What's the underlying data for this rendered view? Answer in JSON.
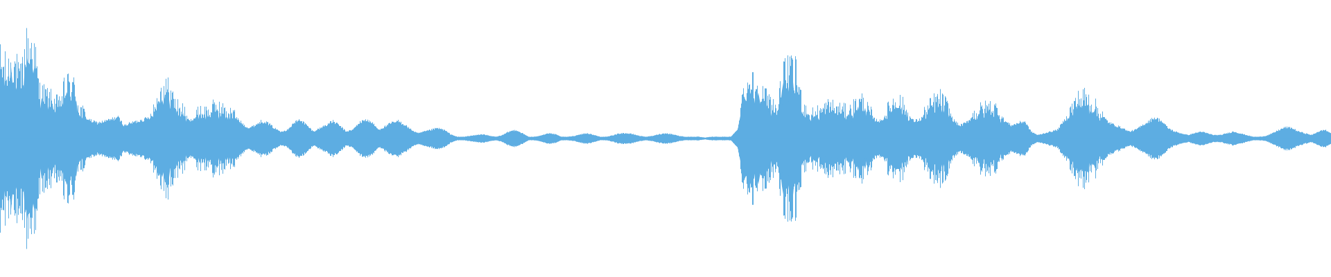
{
  "waveform": {
    "color": "#5DADE2",
    "background": "#ffffff",
    "amplitude_envelope": [
      0.8,
      0.7,
      0.85,
      0.6,
      0.95,
      1.0,
      0.5,
      0.45,
      0.4,
      0.35,
      0.55,
      0.6,
      0.35,
      0.25,
      0.2,
      0.18,
      0.2,
      0.22,
      0.25,
      0.15,
      0.18,
      0.2,
      0.22,
      0.25,
      0.4,
      0.55,
      0.5,
      0.35,
      0.3,
      0.2,
      0.25,
      0.3,
      0.28,
      0.35,
      0.3,
      0.28,
      0.25,
      0.18,
      0.12,
      0.15,
      0.2,
      0.18,
      0.12,
      0.08,
      0.1,
      0.18,
      0.22,
      0.15,
      0.08,
      0.12,
      0.16,
      0.2,
      0.15,
      0.08,
      0.1,
      0.18,
      0.22,
      0.18,
      0.1,
      0.14,
      0.18,
      0.2,
      0.16,
      0.1,
      0.06,
      0.08,
      0.1,
      0.12,
      0.1,
      0.05,
      0.02,
      0.02,
      0.03,
      0.04,
      0.05,
      0.03,
      0.02,
      0.04,
      0.08,
      0.1,
      0.06,
      0.02,
      0.02,
      0.04,
      0.06,
      0.05,
      0.02,
      0.02,
      0.03,
      0.05,
      0.06,
      0.04,
      0.02,
      0.02,
      0.04,
      0.06,
      0.06,
      0.05,
      0.03,
      0.02,
      0.03,
      0.05,
      0.06,
      0.05,
      0.03,
      0.02,
      0.02,
      0.02,
      0.01,
      0.02,
      0.02,
      0.02,
      0.02,
      0.1,
      0.55,
      0.6,
      0.55,
      0.45,
      0.4,
      0.3,
      0.65,
      0.7,
      0.68,
      0.35,
      0.25,
      0.28,
      0.3,
      0.35,
      0.32,
      0.3,
      0.28,
      0.35,
      0.4,
      0.3,
      0.22,
      0.2,
      0.3,
      0.4,
      0.38,
      0.28,
      0.2,
      0.22,
      0.3,
      0.38,
      0.42,
      0.35,
      0.22,
      0.15,
      0.18,
      0.25,
      0.3,
      0.32,
      0.34,
      0.3,
      0.2,
      0.15,
      0.18,
      0.2,
      0.08,
      0.04,
      0.06,
      0.08,
      0.1,
      0.2,
      0.3,
      0.4,
      0.44,
      0.4,
      0.32,
      0.25,
      0.18,
      0.15,
      0.12,
      0.08,
      0.1,
      0.15,
      0.2,
      0.24,
      0.2,
      0.12,
      0.08,
      0.06,
      0.04,
      0.06,
      0.08,
      0.06,
      0.04,
      0.04,
      0.06,
      0.08,
      0.06,
      0.04,
      0.02,
      0.02,
      0.03,
      0.06,
      0.1,
      0.13,
      0.12,
      0.08,
      0.06,
      0.04,
      0.08,
      0.1,
      0.06
    ]
  }
}
